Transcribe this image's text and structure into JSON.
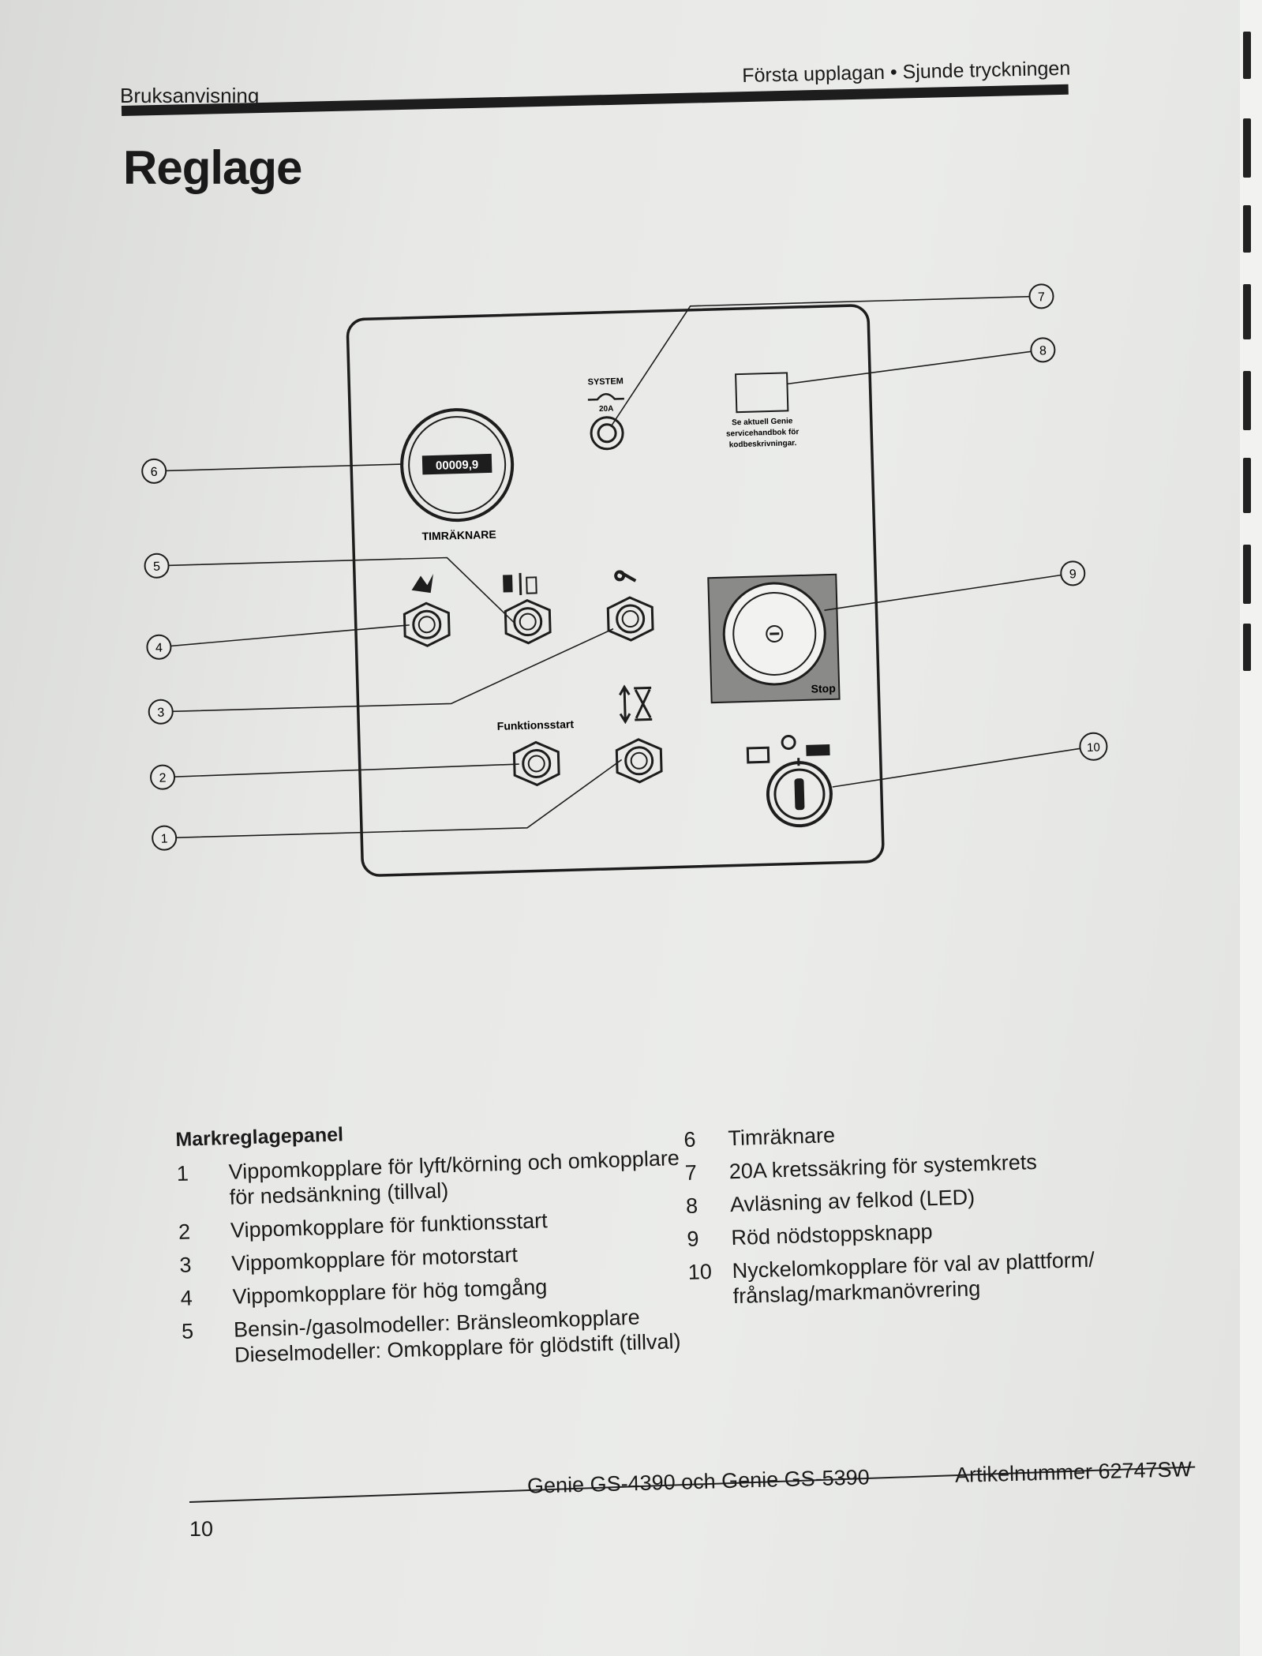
{
  "header": {
    "left": "Bruksanvisning",
    "right": "Första upplagan • Sjunde tryckningen"
  },
  "page_title": "Reglage",
  "panel": {
    "system_label": "SYSTEM",
    "fuse_label": "20A",
    "hour_reading": "00009,9",
    "hour_meter_label": "TIMRÄKNARE",
    "led_note_lines": [
      "Se aktuell Genie",
      "servicehandbok för",
      "kodbeskrivningar."
    ],
    "function_start_label": "Funktionsstart",
    "stop_label": "Stop",
    "callouts": [
      "1",
      "2",
      "3",
      "4",
      "5",
      "6",
      "7",
      "8",
      "9",
      "10"
    ]
  },
  "legend": {
    "title": "Markreglagepanel",
    "items": [
      {
        "num": "1",
        "text": "Vippomkopplare för lyft/körning och omkopplare för nedsänkning (tillval)"
      },
      {
        "num": "2",
        "text": "Vippomkopplare för funktionsstart"
      },
      {
        "num": "3",
        "text": "Vippomkopplare för motorstart"
      },
      {
        "num": "4",
        "text": "Vippomkopplare för hög tomgång"
      },
      {
        "num": "5",
        "text": "Bensin-/gasolmodeller: Bränsleomkopplare Dieselmodeller: Omkopplare för glödstift (tillval)"
      },
      {
        "num": "6",
        "text": "Timräknare"
      },
      {
        "num": "7",
        "text": "20A kretssäkring för systemkrets"
      },
      {
        "num": "8",
        "text": "Avläsning av felkod (LED)"
      },
      {
        "num": "9",
        "text": "Röd nödstoppsknapp"
      },
      {
        "num": "10",
        "text": "Nyckelomkopplare för val av plattform/ frånslag/markmanövrering"
      }
    ]
  },
  "footer": {
    "model": "Genie GS-4390 och Genie GS-5390",
    "article": "Artikelnummer  62747SW",
    "page_number": "10"
  }
}
